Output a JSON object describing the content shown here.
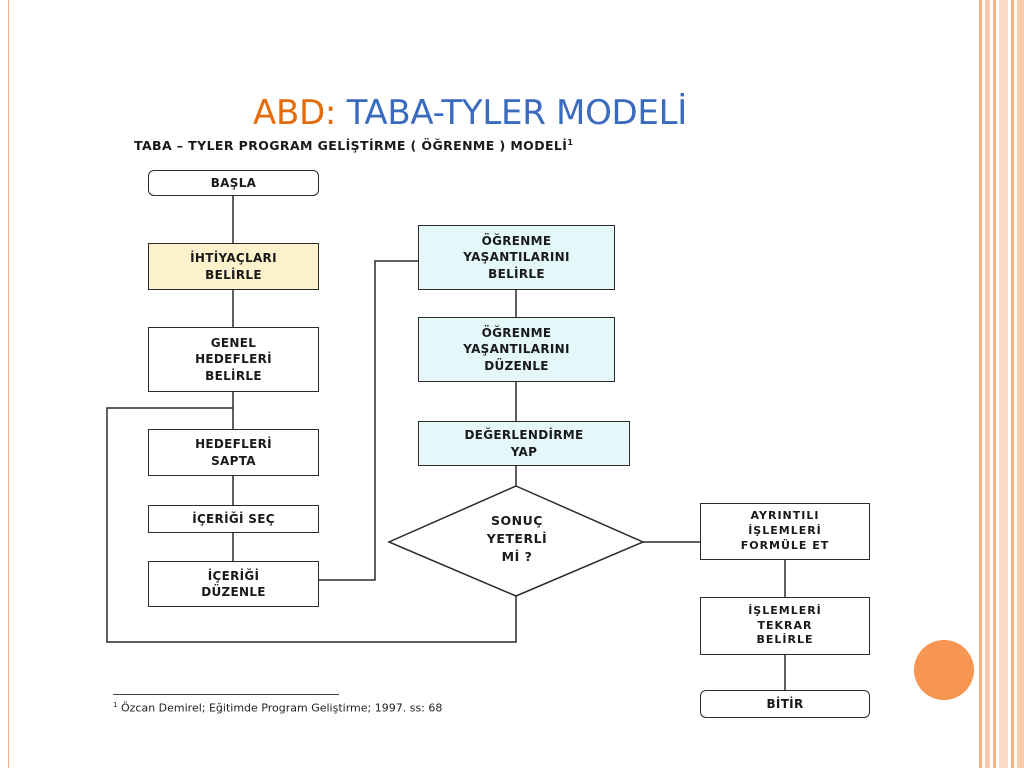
{
  "slide": {
    "title_prefix": "ABD:",
    "title_main": "TABA-TYLER MODELİ"
  },
  "diagram": {
    "heading": "TABA – TYLER  PROGRAM GELİŞTİRME ( ÖĞRENME ) MODELİ",
    "heading_note_mark": "1",
    "nodes": {
      "start": "BAŞLA",
      "needs": "İHTİYAÇLARI\nBELİRLE",
      "general_goals": "GENEL\nHEDEFLERİ\nBELİRLE",
      "set_goals": "HEDEFLERİ\nSAPTA",
      "select_content": "İÇERİĞİ SEÇ",
      "organize_content": "İÇERİĞİ\nDÜZENLE",
      "determine_experiences": "ÖĞRENME\nYAŞANTILARINI\nBELİRLE",
      "organize_experiences": "ÖĞRENME\nYAŞANTILARINI\nDÜZENLE",
      "evaluate": "DEĞERLENDİRME\nYAP",
      "decision": "SONUÇ\nYETERLİ\nMİ ?",
      "detailed_operations": "AYRINTILI\nİŞLEMLERİ\nFORMÜLE ET",
      "repeat_operations": "İŞLEMLERİ\nTEKRAR\nBELİRLE",
      "end": "BİTİR"
    },
    "node_colors": {
      "highlight_yellow": "#fdf2cc",
      "highlight_cyan": "#e4f7f9"
    }
  },
  "footnote": {
    "mark": "1",
    "text": "Özcan Demirel; Eğitimde Program Geliştirme; 1997. ss: 68"
  },
  "theme": {
    "title_prefix_color": "#e46c0a",
    "title_main_color": "#3a6bbf",
    "border_stripe_color": "#f4b183",
    "accent_dot_color": "#f79552"
  }
}
